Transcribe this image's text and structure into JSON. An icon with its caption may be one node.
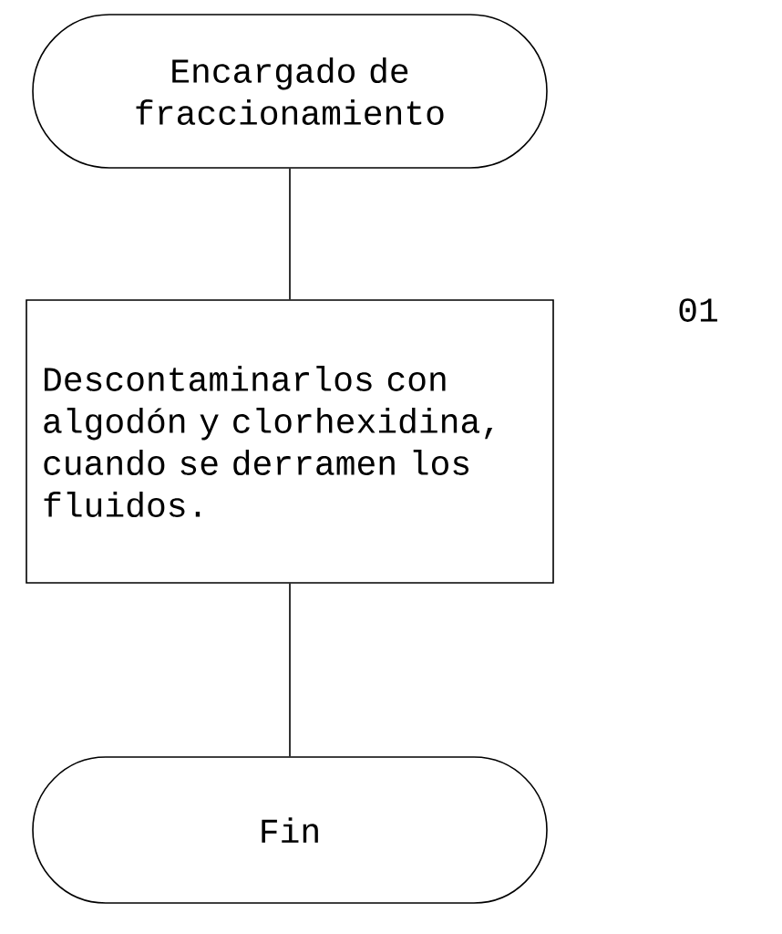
{
  "diagram": {
    "nodes": [
      {
        "text": [
          "Encargado de fraccionamiento"
        ]
      },
      {
        "text": [
          "Descontaminarlos con algodón y clorhexidina, cuando se derramen los fluidos."
        ]
      },
      {
        "text": [
          "Fin"
        ]
      }
    ],
    "edges": [
      {
        "from": 0,
        "to": 1,
        "arrow": "none"
      },
      {
        "from": 1,
        "to": 2,
        "arrow": "none"
      }
    ],
    "labels": [
      "01"
    ]
  }
}
